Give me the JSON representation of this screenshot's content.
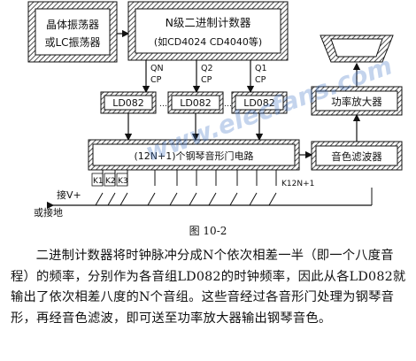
{
  "blocks": {
    "oscillator": {
      "line1": "晶体振荡器",
      "line2": "或LC振荡器"
    },
    "counter": {
      "line1": "N级二进制计数器",
      "line2": "(如CD4024 CD4040等)"
    },
    "ld1": "LD082",
    "ld2": "LD082",
    "ld3": "LD082",
    "gate": "(12N+1)个钢琴音形门电路",
    "filter": "音色滤波器",
    "amplifier": "功率放大器"
  },
  "signals": {
    "qn": "QN",
    "q2": "Q2",
    "q1": "Q1",
    "cp": "CP",
    "k1": "K1",
    "k2": "K2",
    "k3": "K3",
    "k12": "K12N+1",
    "vplus": "接V+",
    "ground": "或接地"
  },
  "dots": "…",
  "watermark": "www.elecfans.com",
  "caption": "图 10-2",
  "paragraph": "二进制计数器将时钟脉冲分成N个依次相差一半（即一个八度音程）的频率，分别作为各音组LD082的时钟频率，因此从各LD082就输出了依次相差八度的N个音组。这些音经过各音形门处理为钢琴音形，再经音色滤波，即可送至功率放大器输出钢琴音色。"
}
